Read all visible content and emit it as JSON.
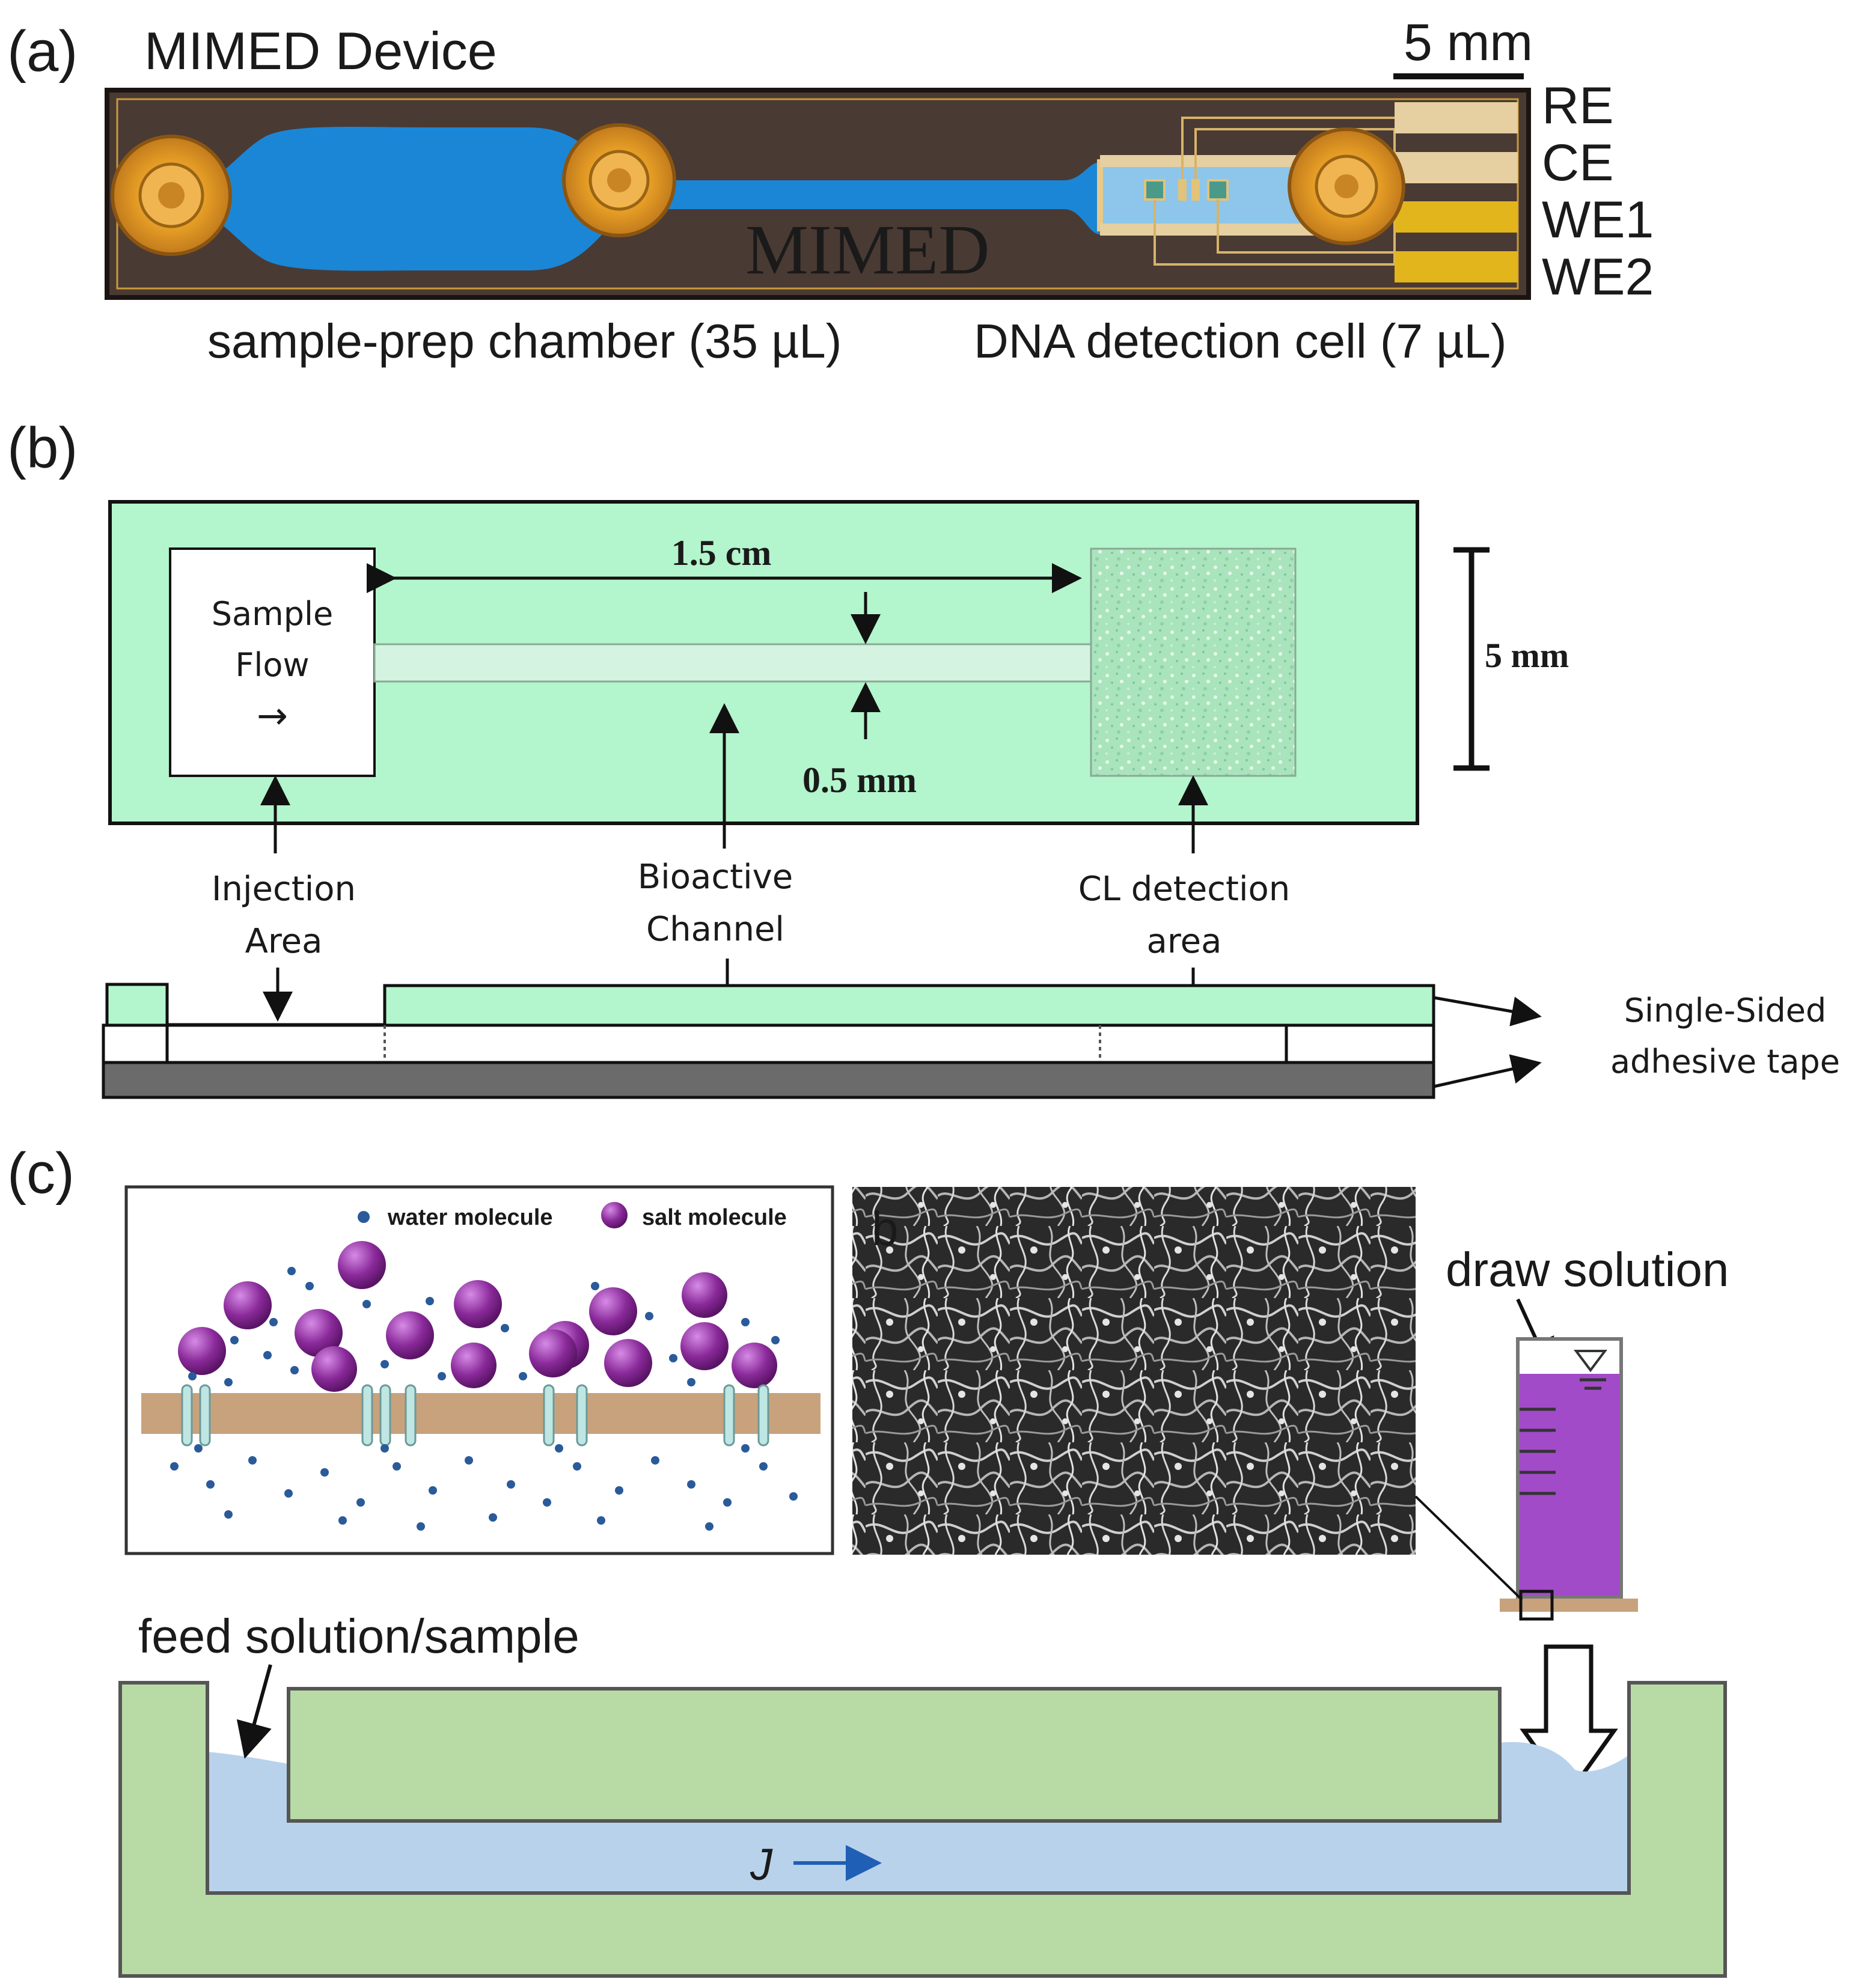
{
  "panel_a": {
    "label": "(a)",
    "title": "MIMED Device",
    "scale_bar": "5 mm",
    "chip_text": "MIMED",
    "electrodes": [
      "RE",
      "CE",
      "WE1",
      "WE2"
    ],
    "caption_left": "sample-prep chamber (35 µL)",
    "caption_right": "DNA detection cell (7 µL)",
    "colors": {
      "chip": "#4a3a34",
      "fluid": "#1b86d6",
      "port": "#e8a02a",
      "electrode_gold": "#e3b51c",
      "electrode_pale": "#e6cfa0"
    }
  },
  "panel_b": {
    "label": "(b)",
    "sample_flow": [
      "Sample",
      "Flow"
    ],
    "flow_arrow": "→",
    "length_dim": "1.5 cm",
    "width_dim": "0.5 mm",
    "scale_bar": "5 mm",
    "injection": [
      "Injection",
      "Area"
    ],
    "channel": [
      "Bioactive",
      "Channel"
    ],
    "detection": [
      "CL detection",
      "area"
    ],
    "tape": [
      "Single-Sided",
      "adhesive tape"
    ],
    "colors": {
      "green": "#b3f5cc",
      "gray": "#6b6b6b"
    }
  },
  "panel_c": {
    "label": "(c)",
    "legend_water": "water molecule",
    "legend_salt": "salt molecule",
    "sem_label": "b",
    "draw_solution": "draw solution",
    "feed_solution": "feed solution/sample",
    "flux_label": "J",
    "colors": {
      "salt": "#8a2a9a",
      "water": "#2a5a9a",
      "membrane": "#c8a27c",
      "green": "#b8dba6",
      "liquid": "#b8d2ec",
      "draw": "#a24bc8"
    }
  }
}
